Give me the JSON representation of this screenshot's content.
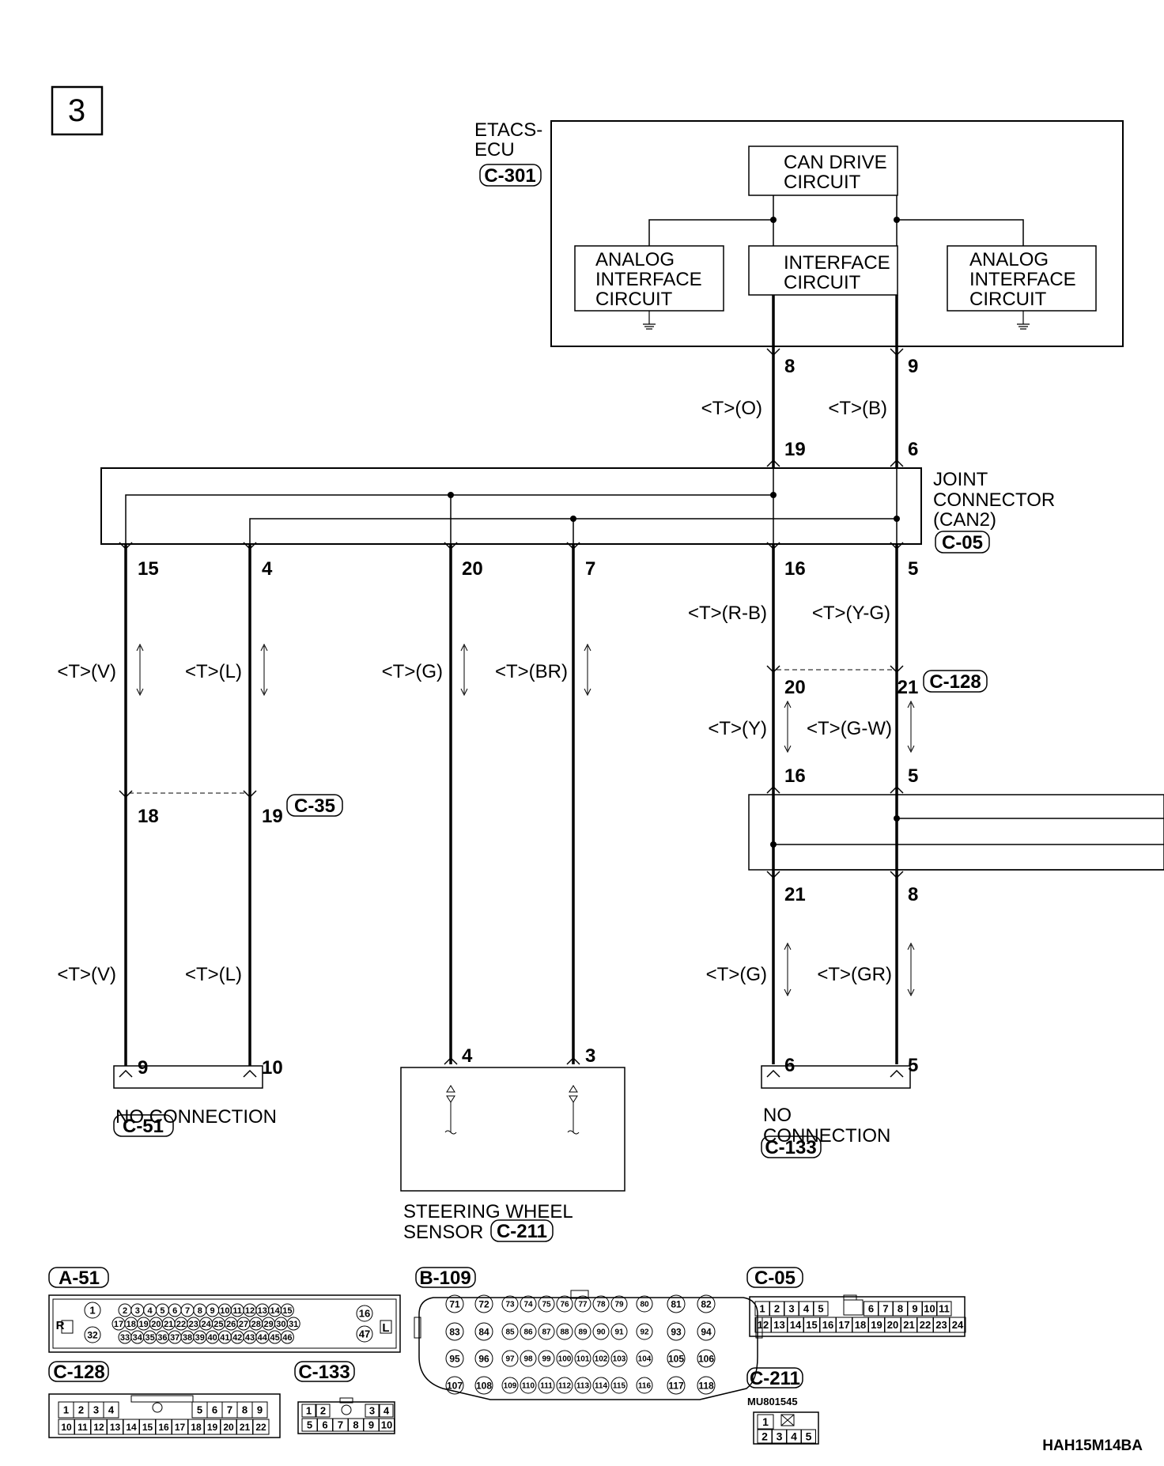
{
  "page_number": "3",
  "diagram_id": "HAH15M14BA",
  "etacs": {
    "name_line1": "ETACS-",
    "name_line2": "ECU",
    "connector": "C-301",
    "can_drive": [
      "CAN DRIVE",
      "CIRCUIT"
    ],
    "interface": [
      "INTERFACE",
      "CIRCUIT"
    ],
    "analog_left": [
      "ANALOG",
      "INTERFACE",
      "CIRCUIT"
    ],
    "analog_right": [
      "ANALOG",
      "INTERFACE",
      "CIRCUIT"
    ],
    "pin_left": "8",
    "pin_right": "9"
  },
  "wires_top": {
    "left": "<T>(O)",
    "right": "<T>(B)"
  },
  "joint": {
    "name": [
      "JOINT",
      "CONNECTOR",
      "(CAN2)"
    ],
    "connector": "C-05",
    "in_pins": [
      "19",
      "6"
    ],
    "out_pins": [
      "15",
      "4",
      "20",
      "7",
      "16",
      "5"
    ]
  },
  "left_group": {
    "wire_upper": [
      "<T>(V)",
      "<T>(L)"
    ],
    "c35_pins": [
      "18",
      "19"
    ],
    "c35": "C-35",
    "wire_lower": [
      "<T>(V)",
      "<T>(L)"
    ],
    "end_pins": [
      "9",
      "10"
    ],
    "end_label": "NO CONNECTION",
    "end_connector": "C-51"
  },
  "middle_group": {
    "wire": [
      "<T>(G)",
      "<T>(BR)"
    ],
    "end_pins": [
      "4",
      "3"
    ],
    "sensor": [
      "STEERING WHEEL",
      "SENSOR"
    ],
    "connector": "C-211"
  },
  "right_group": {
    "wire_1": [
      "<T>(R-B)",
      "<T>(Y-G)"
    ],
    "c128_pins": [
      "20",
      "21"
    ],
    "c128": "C-128",
    "wire_2": [
      "<T>(Y)",
      "<T>(G-W)"
    ],
    "jb_in_pins": [
      "16",
      "5"
    ],
    "jb_out_pins": [
      "21",
      "8"
    ],
    "wire_3": [
      "<T>(G)",
      "<T>(GR)"
    ],
    "end_pins": [
      "6",
      "5"
    ],
    "end_label": [
      "NO",
      "CONNECTION"
    ],
    "end_connector": "C-133"
  },
  "connector_views": {
    "a51": {
      "label": "A-51",
      "side_left": "R",
      "side_right": "L",
      "pins_left": [
        "1",
        "32"
      ],
      "row1": [
        "2",
        "3",
        "4",
        "5",
        "6",
        "7",
        "8",
        "9",
        "10",
        "11",
        "12",
        "13",
        "14",
        "15"
      ],
      "row2": [
        "17",
        "18",
        "19",
        "20",
        "21",
        "22",
        "23",
        "24",
        "25",
        "26",
        "27",
        "28",
        "29",
        "30",
        "31"
      ],
      "row3": [
        "33",
        "34",
        "35",
        "36",
        "37",
        "38",
        "39",
        "40",
        "41",
        "42",
        "43",
        "44",
        "45",
        "46"
      ],
      "pins_right": [
        "16",
        "47"
      ]
    },
    "b109": {
      "label": "B-109",
      "rows": [
        [
          "71",
          "72",
          "73",
          "74",
          "75",
          "76",
          "77",
          "78",
          "79",
          "80",
          "81",
          "82"
        ],
        [
          "83",
          "84",
          "85",
          "86",
          "87",
          "88",
          "89",
          "90",
          "91",
          "92",
          "93",
          "94"
        ],
        [
          "95",
          "96",
          "97",
          "98",
          "99",
          "100",
          "101",
          "102",
          "103",
          "104",
          "105",
          "106"
        ],
        [
          "107",
          "108",
          "109",
          "110",
          "111",
          "112",
          "113",
          "114",
          "115",
          "116",
          "117",
          "118"
        ]
      ]
    },
    "c05": {
      "label": "C-05",
      "row1": [
        "1",
        "2",
        "3",
        "4",
        "5",
        "6",
        "7",
        "8",
        "9",
        "10",
        "11"
      ],
      "row2": [
        "12",
        "13",
        "14",
        "15",
        "16",
        "17",
        "18",
        "19",
        "20",
        "21",
        "22",
        "23",
        "24"
      ]
    },
    "c128": {
      "label": "C-128",
      "row1_left": [
        "1",
        "2",
        "3",
        "4"
      ],
      "row1_right": [
        "5",
        "6",
        "7",
        "8",
        "9"
      ],
      "row2": [
        "10",
        "11",
        "12",
        "13",
        "14",
        "15",
        "16",
        "17",
        "18",
        "19",
        "20",
        "21",
        "22"
      ]
    },
    "c133": {
      "label": "C-133",
      "row1": [
        "1",
        "2",
        "3",
        "4"
      ],
      "row2": [
        "5",
        "6",
        "7",
        "8",
        "9",
        "10"
      ]
    },
    "c211": {
      "label": "C-211",
      "part": "MU801545",
      "row1": [
        "1"
      ],
      "row2": [
        "2",
        "3",
        "4",
        "5"
      ]
    }
  }
}
